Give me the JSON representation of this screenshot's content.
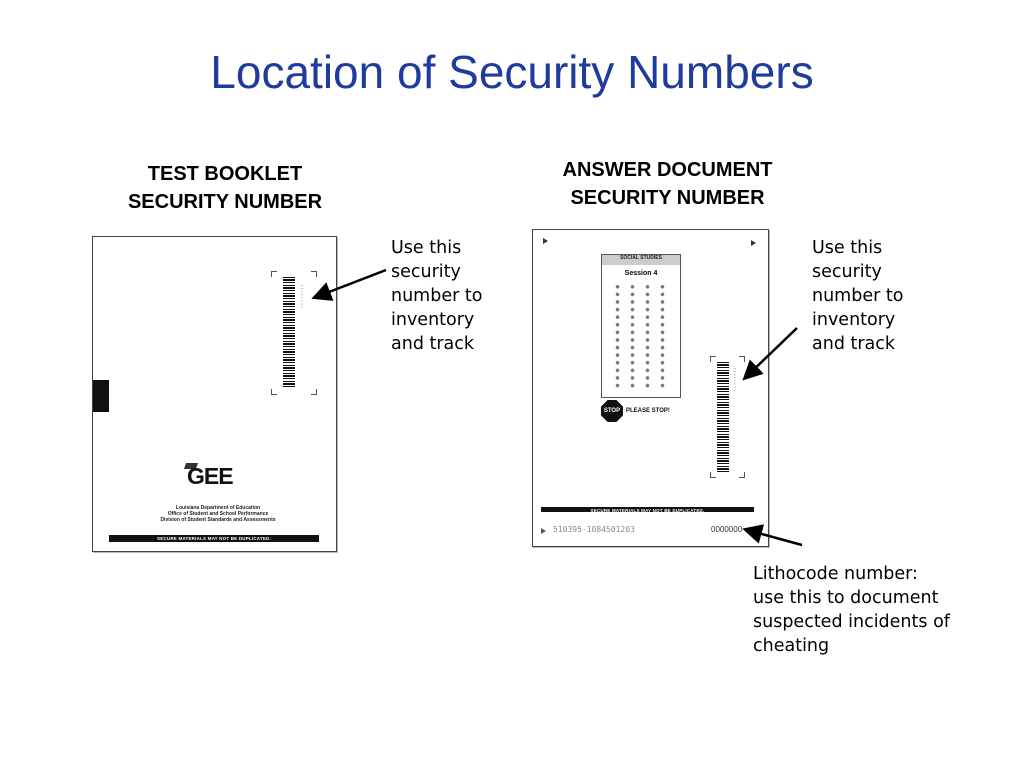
{
  "title": "Location of Security Numbers",
  "left": {
    "heading_line1": "TEST BOOKLET",
    "heading_line2": "SECURITY NUMBER",
    "note": [
      "Use this",
      "security",
      "number to",
      "inventory",
      "and track"
    ],
    "booklet": {
      "logo": "GEE",
      "org_line1": "Louisiana Department of Education",
      "org_line2": "Office of Student and School Performance",
      "org_line3": "Division of Student Standards and Assessments",
      "footer_bar": "SECURE MATERIALS MAY NOT BE DUPLICATED."
    }
  },
  "right": {
    "heading_line1": "ANSWER DOCUMENT",
    "heading_line2": "SECURITY NUMBER",
    "note": [
      "Use this",
      "security",
      "number to",
      "inventory",
      "and track"
    ],
    "answer_doc": {
      "section_header": "SOCIAL STUDIES",
      "session": "Session 4",
      "stop_sign": "STOP",
      "stop_text": "PLEASE STOP!",
      "footer_bar": "SECURE MATERIALS MAY NOT BE DUPLICATED.",
      "serial": "510395-1084501203",
      "lithocode": "0000000"
    },
    "litho_note": [
      "Lithocode number:",
      "use this to document",
      "suspected incidents of",
      "cheating"
    ]
  }
}
